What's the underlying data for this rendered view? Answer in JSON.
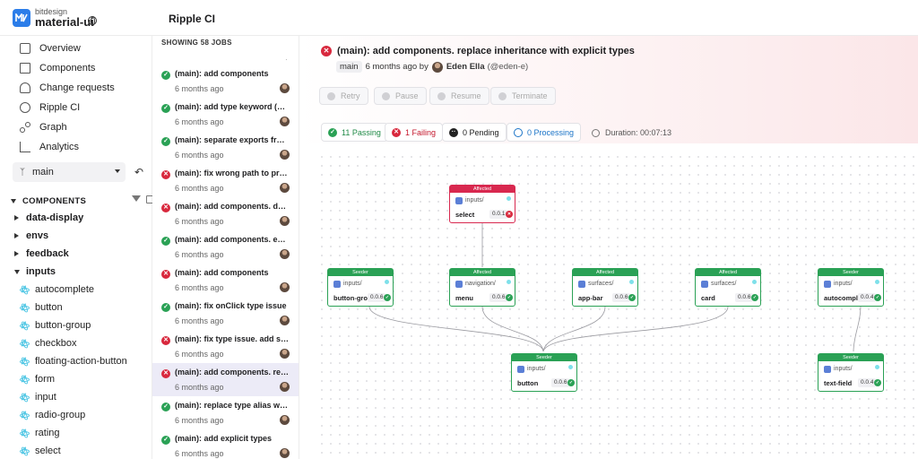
{
  "header": {
    "org": "bitdesign",
    "scope": "material-ui",
    "page_title": "Ripple CI"
  },
  "sidebar": {
    "nav": [
      {
        "label": "Overview",
        "icon": "overview-icon"
      },
      {
        "label": "Components",
        "icon": "components-icon"
      },
      {
        "label": "Change requests",
        "icon": "change-requests-icon"
      },
      {
        "label": "Ripple CI",
        "icon": "ripple-ci-icon"
      },
      {
        "label": "Graph",
        "icon": "graph-icon"
      },
      {
        "label": "Analytics",
        "icon": "analytics-icon"
      }
    ],
    "lane": "main",
    "components_header": "COMPONENTS",
    "folders": [
      "data-display",
      "envs",
      "feedback",
      "inputs"
    ],
    "inputs_children": [
      "autocomplete",
      "button",
      "button-group",
      "checkbox",
      "floating-action-button",
      "form",
      "input",
      "radio-group",
      "rating",
      "select"
    ]
  },
  "joblist": {
    "count_label": "SHOWING 58 JOBS",
    "jobs": [
      {
        "title": "(main): add components",
        "time": "6 months ago",
        "status": "pass"
      },
      {
        "title": "(main): add type keyword (bu...",
        "time": "6 months ago",
        "status": "pass"
      },
      {
        "title": "(main): separate exports from ...",
        "time": "6 months ago",
        "status": "pass"
      },
      {
        "title": "(main): fix wrong path to pretti...",
        "time": "6 months ago",
        "status": "fail"
      },
      {
        "title": "(main): add components. defin...",
        "time": "6 months ago",
        "status": "fail"
      },
      {
        "title": "(main): add components. enric...",
        "time": "6 months ago",
        "status": "pass"
      },
      {
        "title": "(main): add components",
        "time": "6 months ago",
        "status": "fail"
      },
      {
        "title": "(main): fix onClick type issue",
        "time": "6 months ago",
        "status": "pass"
      },
      {
        "title": "(main): fix type issue. add slider",
        "time": "6 months ago",
        "status": "fail"
      },
      {
        "title": "(main): add components. repla...",
        "time": "6 months ago",
        "status": "fail",
        "selected": true
      },
      {
        "title": "(main): replace type alias with ...",
        "time": "6 months ago",
        "status": "pass"
      },
      {
        "title": "(main): add explicit types",
        "time": "6 months ago",
        "status": "pass"
      }
    ]
  },
  "job_detail": {
    "title": "(main): add components. replace inheritance with explicit types",
    "lane": "main",
    "time": "6 months ago by",
    "author": "Eden Ella",
    "handle": "(@eden-e)",
    "actions": [
      "Retry",
      "Pause",
      "Resume",
      "Terminate"
    ],
    "summary": {
      "passing": "11 Passing",
      "failing": "1 Failing",
      "pending": "0 Pending",
      "processing": "0 Processing",
      "duration": "Duration: 00:07:13"
    }
  },
  "graph": {
    "nodes": [
      {
        "id": "select",
        "tag": "Affected",
        "scope": "inputs/",
        "name": "select",
        "version": "0.0.1",
        "status": "fail"
      },
      {
        "id": "button-group",
        "tag": "Seeder",
        "scope": "inputs/",
        "name": "button-group",
        "version": "0.0.6",
        "status": "pass"
      },
      {
        "id": "menu",
        "tag": "Affected",
        "scope": "navigation/",
        "name": "menu",
        "version": "0.0.6",
        "status": "pass"
      },
      {
        "id": "app-bar",
        "tag": "Affected",
        "scope": "surfaces/",
        "name": "app-bar",
        "version": "0.0.6",
        "status": "pass"
      },
      {
        "id": "card",
        "tag": "Affected",
        "scope": "surfaces/",
        "name": "card",
        "version": "0.0.6",
        "status": "pass"
      },
      {
        "id": "autocomplete",
        "tag": "Seeder",
        "scope": "inputs/",
        "name": "autocomplete",
        "version": "0.0.4",
        "status": "pass"
      },
      {
        "id": "button",
        "tag": "Seeder",
        "scope": "inputs/",
        "name": "button",
        "version": "0.0.6",
        "status": "pass"
      },
      {
        "id": "text-field",
        "tag": "Seeder",
        "scope": "inputs/",
        "name": "text-field",
        "version": "0.0.4",
        "status": "pass"
      }
    ],
    "colors": {
      "pass": "#2aa155",
      "fail": "#d8283d",
      "affected_fail": "#d8284f"
    }
  }
}
